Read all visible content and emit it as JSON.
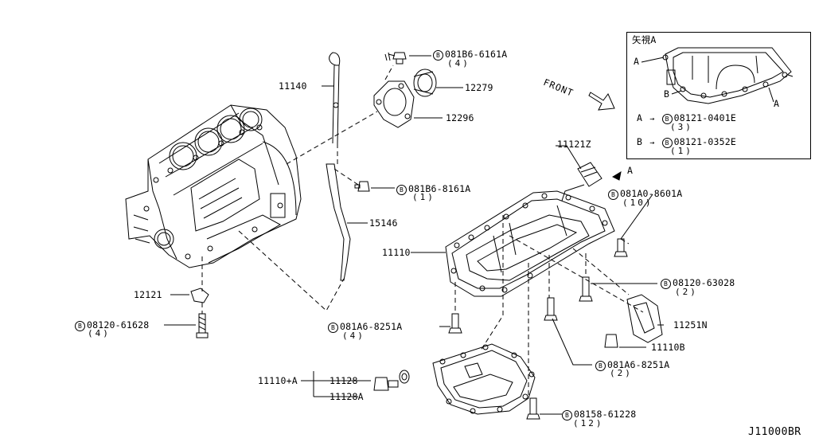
{
  "inset": {
    "title": "矢視A",
    "marker_a": "A",
    "marker_b": "B",
    "row_a": {
      "marker": "A",
      "arrow": "→",
      "bolt": "B",
      "part": "08121-0401E",
      "qty": "(3)"
    },
    "row_b": {
      "marker": "B",
      "arrow": "→",
      "bolt": "B",
      "part": "08121-0352E",
      "qty": "(1)"
    }
  },
  "front_label": "FRONT",
  "view_a_marker": "A",
  "bolt_symbol": "B",
  "parts": {
    "p11140": "11140",
    "p12279": "12279",
    "p12296": "12296",
    "p081B6_6161A": {
      "part": "081B6-6161A",
      "qty": "(4)"
    },
    "p081B6_8161A": {
      "part": "081B6-8161A",
      "qty": "(1)"
    },
    "p15146": "15146",
    "p11121Z": "11121Z",
    "p081A0_8601A": {
      "part": "081A0-8601A",
      "qty": "(10)"
    },
    "p11110": "11110",
    "p12121": "12121",
    "p08120_61628": {
      "part": "08120-61628",
      "qty": "(4)"
    },
    "p081A6_8251A_left": {
      "part": "081A6-8251A",
      "qty": "(4)"
    },
    "p08120_63028": {
      "part": "08120-63028",
      "qty": "(2)"
    },
    "p11251N": "11251N",
    "p11110B": "11110B",
    "p081A6_8251A_right": {
      "part": "081A6-8251A",
      "qty": "(2)"
    },
    "p11110A": "11110+A",
    "p11128": "11128",
    "p11128A": "11128A",
    "p08158_61228": {
      "part": "08158-61228",
      "qty": "(12)"
    }
  },
  "diagram_code": "J11000BR"
}
